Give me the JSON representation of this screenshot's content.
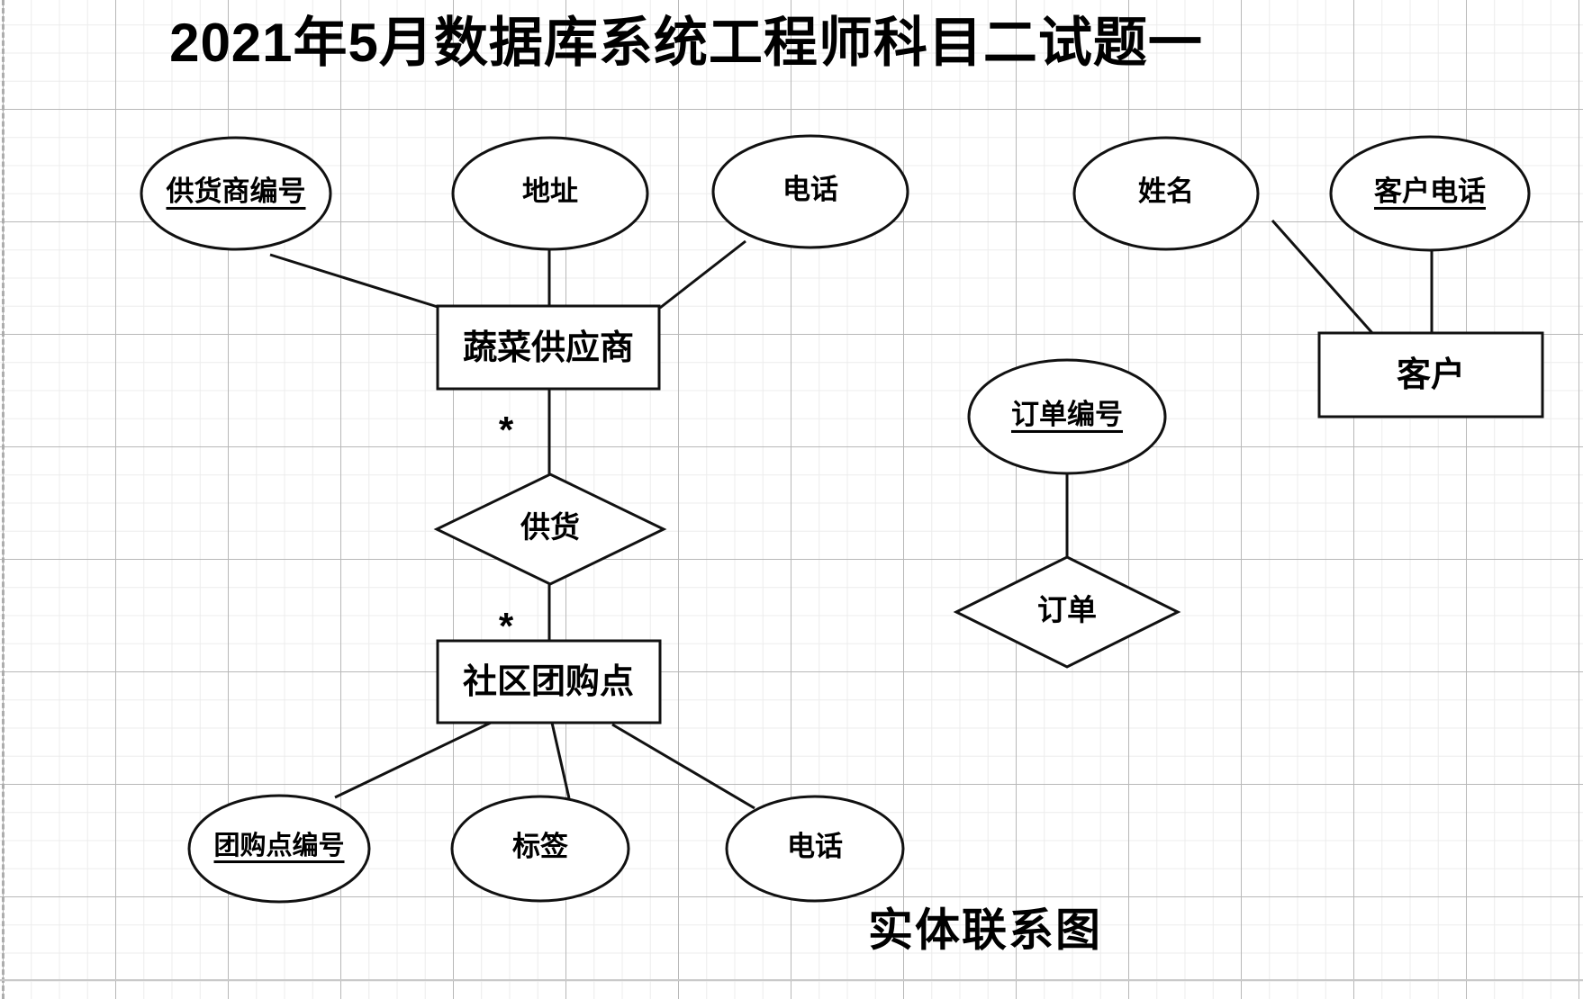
{
  "page": {
    "title": "2021年5月数据库系统工程师科目二试题一",
    "caption": "实体联系图"
  },
  "diagram": {
    "entities": [
      {
        "label": "蔬菜供应商"
      },
      {
        "label": "社区团购点"
      },
      {
        "label": "客户"
      }
    ],
    "relationships": [
      {
        "label": "供货"
      },
      {
        "label": "订单"
      }
    ],
    "attributes": [
      {
        "label": "供货商编号",
        "key": true,
        "owner": "蔬菜供应商"
      },
      {
        "label": "地址",
        "key": false,
        "owner": "蔬菜供应商"
      },
      {
        "label": "电话",
        "key": false,
        "owner": "蔬菜供应商"
      },
      {
        "label": "姓名",
        "key": false,
        "owner": "客户"
      },
      {
        "label": "客户电话",
        "key": true,
        "owner": "客户"
      },
      {
        "label": "订单编号",
        "key": true,
        "owner": "订单"
      },
      {
        "label": "团购点编号",
        "key": true,
        "owner": "社区团购点"
      },
      {
        "label": "标签",
        "key": false,
        "owner": "社区团购点"
      },
      {
        "label": "电话",
        "key": false,
        "owner": "社区团购点"
      }
    ],
    "cardinalities": [
      {
        "symbol": "*",
        "position": "蔬菜供应商-供货"
      },
      {
        "symbol": "*",
        "position": "供货-社区团购点"
      }
    ],
    "colors": {
      "stroke": "#111111",
      "fill": "#ffffff",
      "grid_minor": "#ececec",
      "grid_major": "#b8b8b8"
    }
  }
}
